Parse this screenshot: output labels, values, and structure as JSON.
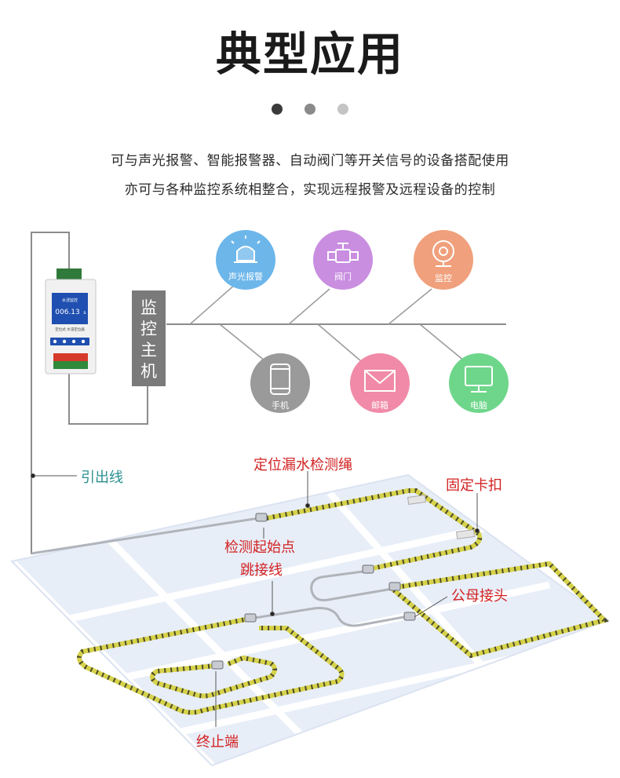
{
  "header": {
    "title": "典型应用",
    "line1": "可与声光报警、智能报警器、自动阀门等开关信号的设备搭配使用",
    "line2": "亦可与各种监控系统相整合，实现远程报警及远程设备的控制"
  },
  "colors": {
    "dot_active": "#3a3a3a",
    "dot_mid": "#8a8a8a",
    "dot_light": "#c4c4c4",
    "floor": "#e8eef8",
    "floor_gap": "#ffffff",
    "rope": "#d6d24a",
    "label_red": "#d22222",
    "label_teal": "#2a8f8f",
    "host_box": "#7a7a7a"
  },
  "host": {
    "chars": [
      "监",
      "控",
      "主",
      "机"
    ]
  },
  "device": {
    "screen_line1": "水浸监控",
    "screen_value": "006.13",
    "screen_unit": "s",
    "screen_line2": "定位式  水浸定位器"
  },
  "outputs": [
    {
      "label": "声光报警",
      "icon": "alarm-light-icon",
      "color": "#6cb6ea"
    },
    {
      "label": "阀门",
      "icon": "valve-icon",
      "color": "#c98ee0"
    },
    {
      "label": "监控",
      "icon": "camera-icon",
      "color": "#f0a07c"
    },
    {
      "label": "手机",
      "icon": "phone-icon",
      "color": "#9a9a9a"
    },
    {
      "label": "邮箱",
      "icon": "mail-icon",
      "color": "#f08aa8"
    },
    {
      "label": "电脑",
      "icon": "computer-icon",
      "color": "#6ed68a"
    }
  ],
  "labels": {
    "lead_wire": "引出线",
    "sensing_rope": "定位漏水检测绳",
    "clip": "固定卡扣",
    "start_point": "检测起始点",
    "jumper": "跳接线",
    "connector": "公母接头",
    "terminal": "终止端"
  }
}
